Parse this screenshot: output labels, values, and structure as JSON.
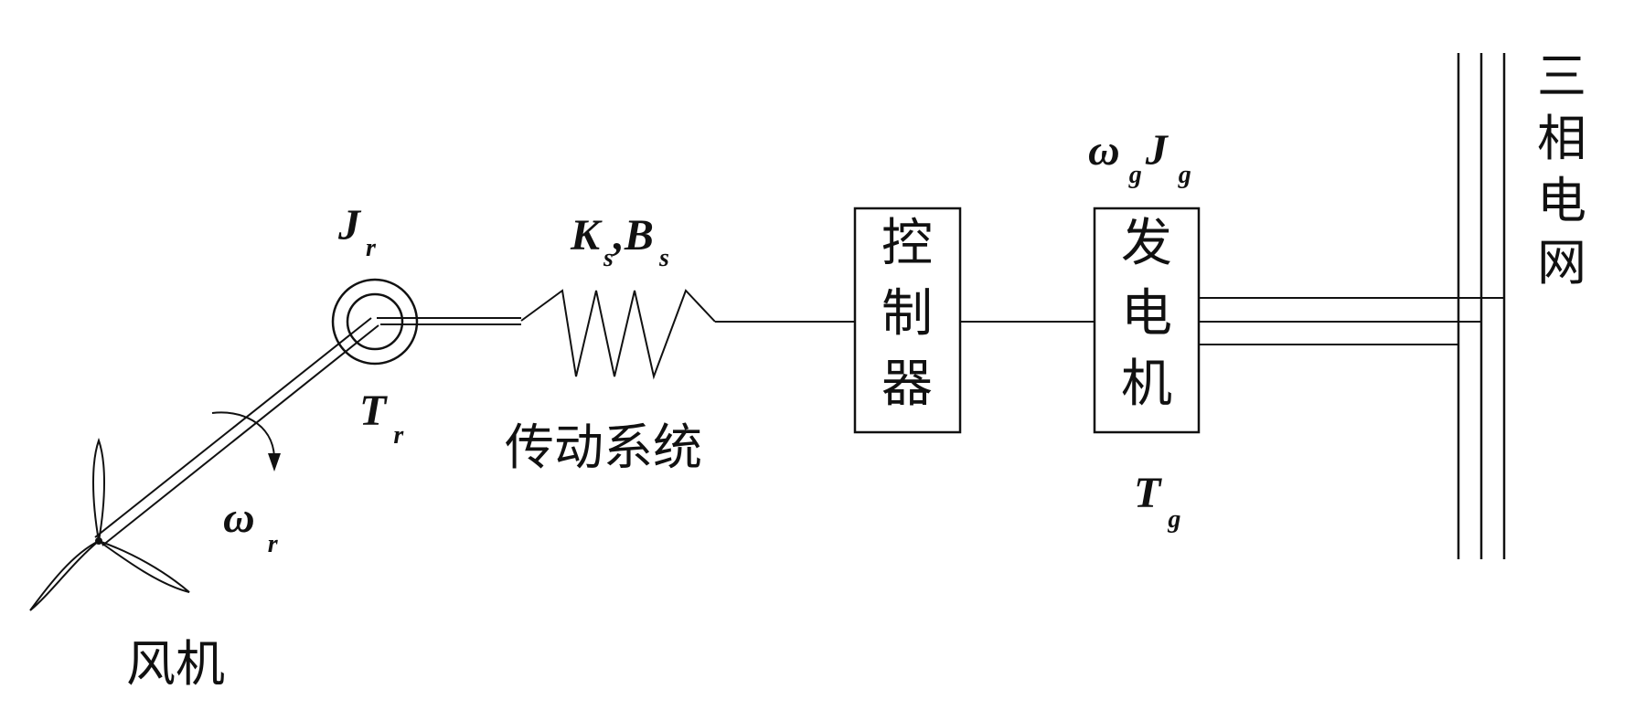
{
  "labels": {
    "turbine": "风机",
    "drivetrain": "传动系统",
    "controller_chars": [
      "控",
      "制",
      "器"
    ],
    "generator_chars": [
      "发",
      "电",
      "机"
    ],
    "grid_chars": [
      "三",
      "相",
      "电",
      "网"
    ]
  },
  "symbols": {
    "rotor_inertia": {
      "main": "J",
      "sub": "r"
    },
    "rotor_torque": {
      "main": "T",
      "sub": "r"
    },
    "rotor_speed": {
      "main": "ω",
      "sub": "r"
    },
    "stiffness": {
      "main": "K",
      "sub": "s"
    },
    "separator": ",",
    "damping": {
      "main": "B",
      "sub": "s"
    },
    "gen_speed": {
      "main": "ω",
      "sub": "g"
    },
    "gen_inertia": {
      "main": "J",
      "sub": "g"
    },
    "gen_torque": {
      "main": "T",
      "sub": "g"
    }
  }
}
